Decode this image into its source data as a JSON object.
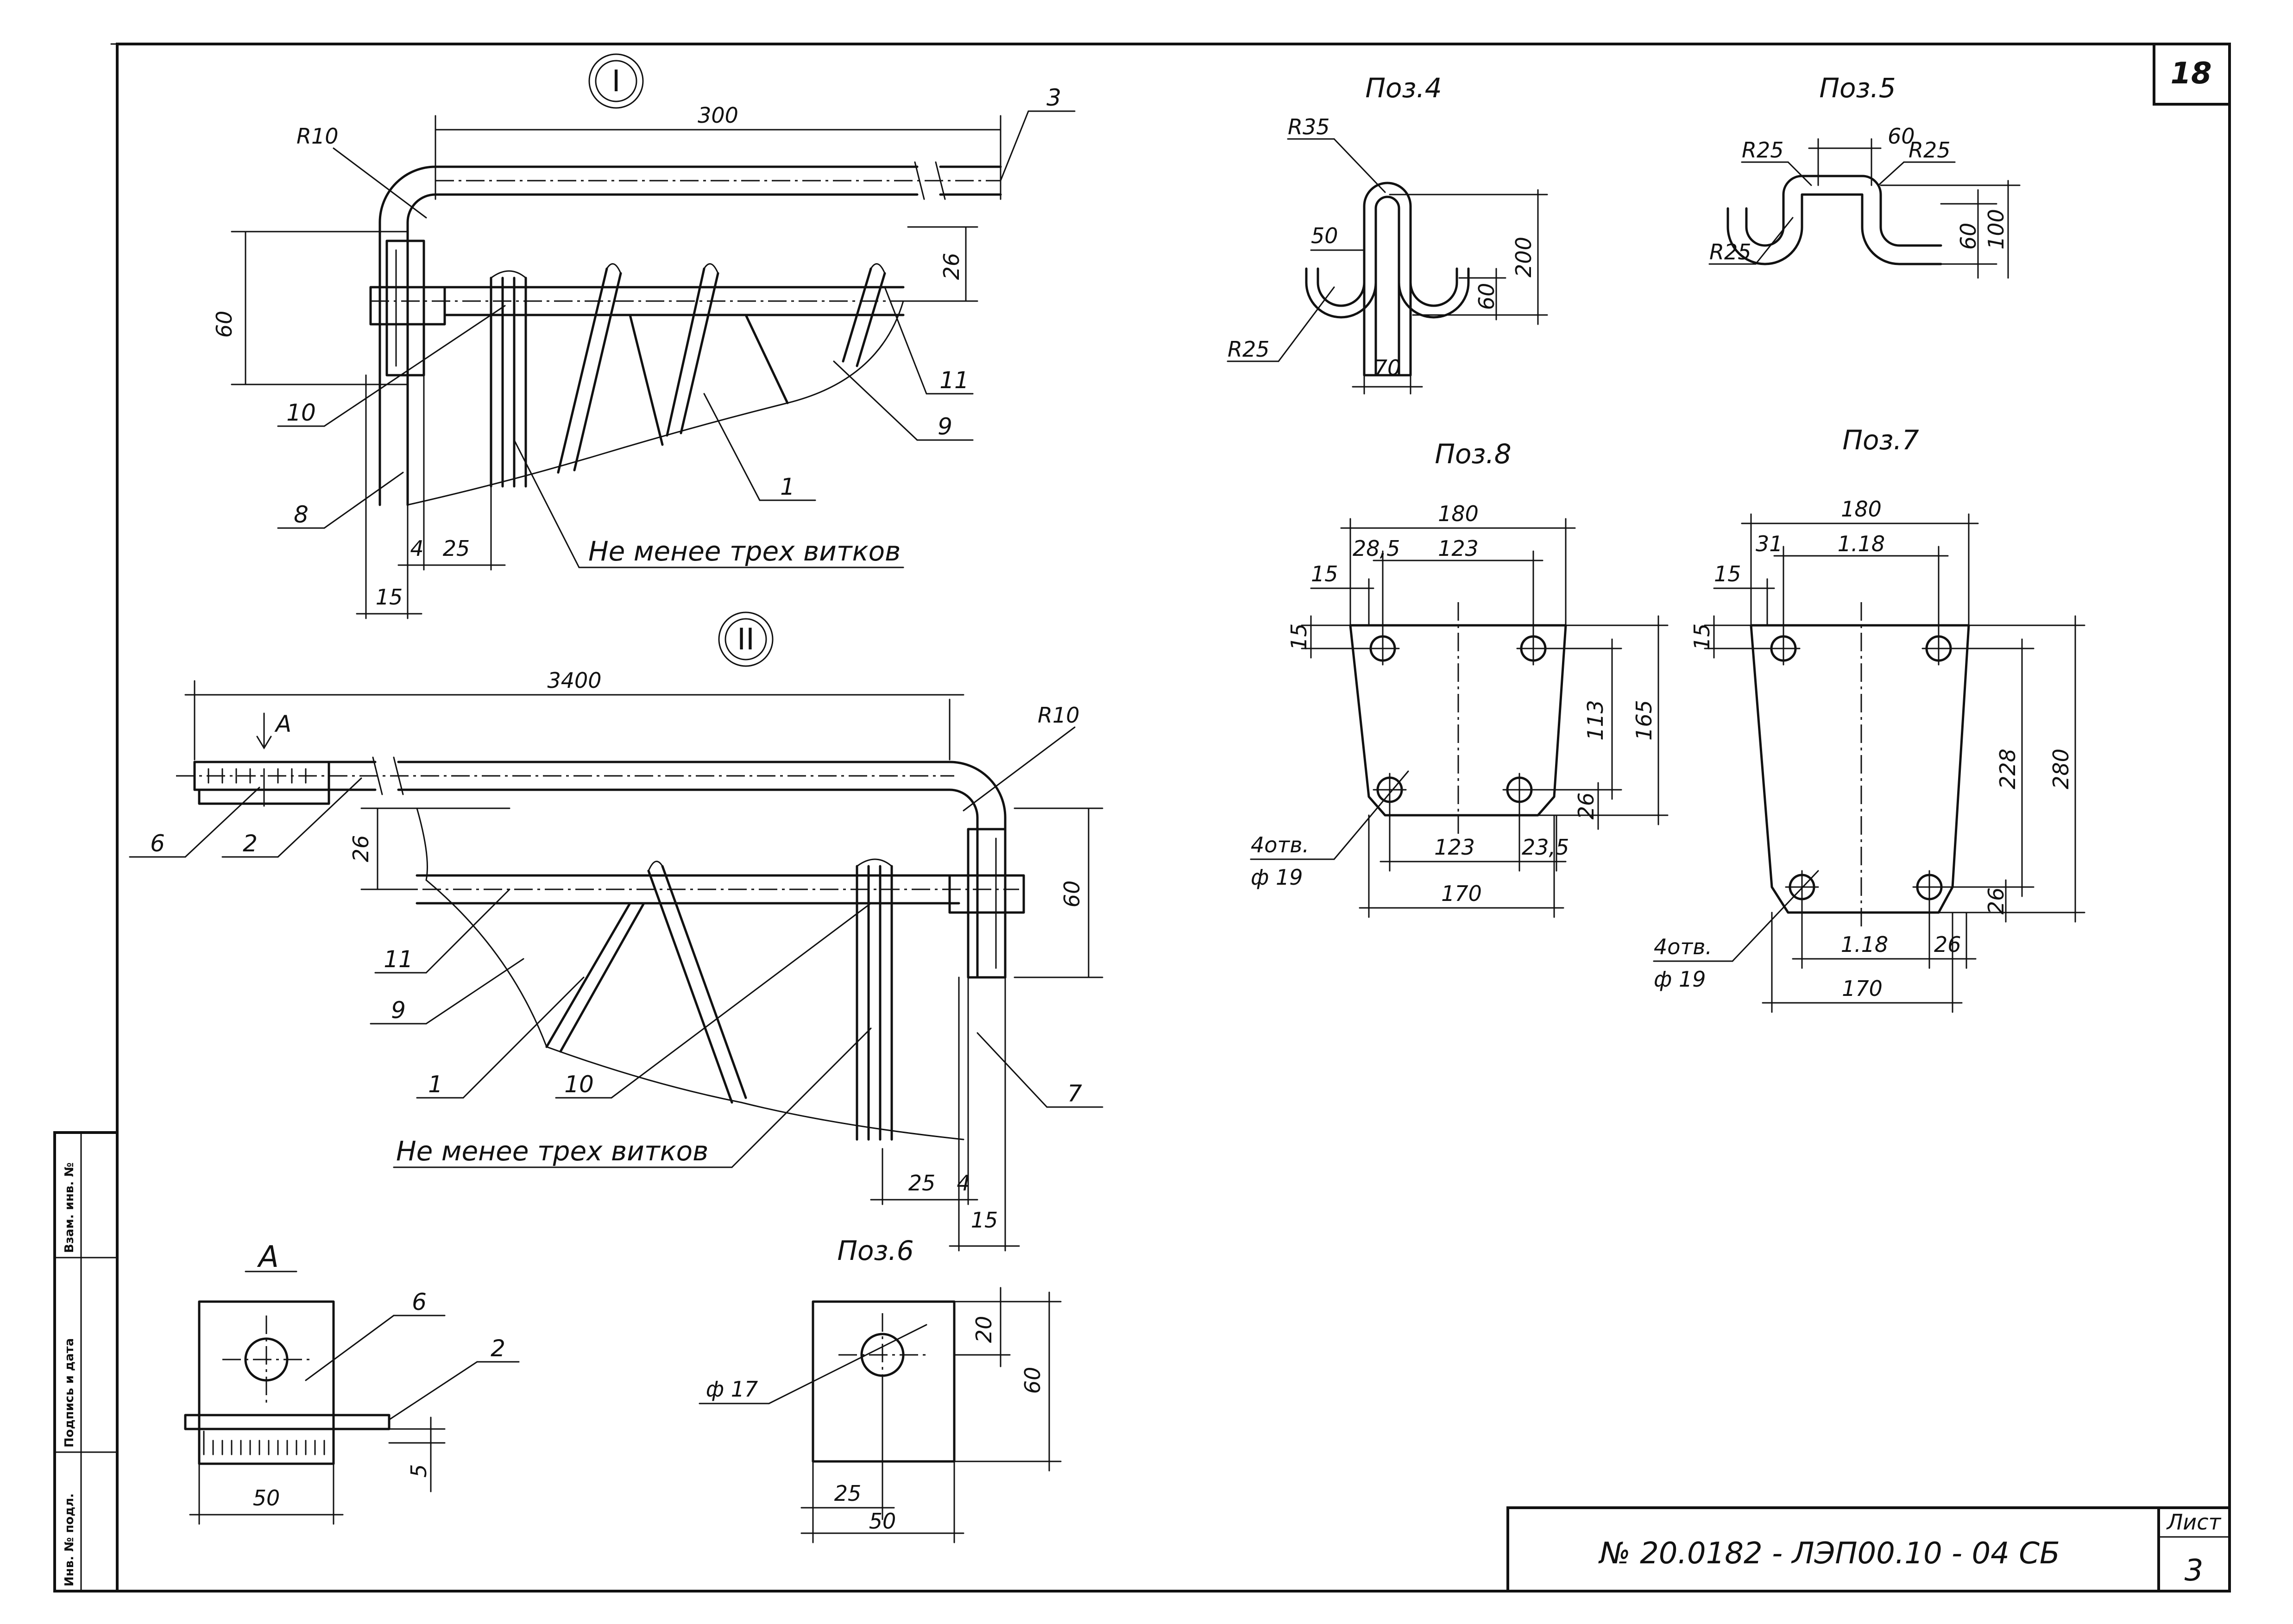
{
  "sheet_number": "18",
  "list": {
    "label": "Лист",
    "value": "3"
  },
  "doc_code": "№ 20.0182 - ЛЭП00.10 - 04 СБ",
  "side_stamp": [
    "Инв. № подл.",
    "Подпись и дата",
    "Взам. инв. №"
  ],
  "view1": {
    "roman": "I",
    "dims": {
      "length": "300",
      "radius": "R10",
      "height": "60",
      "offset": "26",
      "d25": "25",
      "d4": "4",
      "d15": "15"
    },
    "callouts": {
      "c3": "3",
      "c8": "8",
      "c10": "10",
      "c1": "1",
      "c9": "9",
      "c11": "11"
    },
    "note": "Не менее трех витков"
  },
  "view2": {
    "roman": "II",
    "dims": {
      "length": "3400",
      "radius": "R10",
      "height": "60",
      "offset": "26",
      "d25": "25",
      "d4": "4",
      "d15": "15"
    },
    "section_mark": "А",
    "callouts": {
      "c6": "6",
      "c2": "2",
      "c11": "11",
      "c9": "9",
      "c1": "1",
      "c10": "10",
      "c7": "7"
    },
    "note": "Не менее трех витков"
  },
  "viewA": {
    "title": "А",
    "dims": {
      "w": "50",
      "t": "5"
    },
    "callouts": {
      "c6": "6",
      "c2": "2"
    }
  },
  "poz6": {
    "title": "Поз.6",
    "dims": {
      "d20": "20",
      "d60": "60",
      "d25": "25",
      "d50": "50",
      "hole": "ф 17"
    }
  },
  "poz4": {
    "title": "Поз.4",
    "dims": {
      "r35": "R35",
      "d50": "50",
      "r25": "R25",
      "d200": "200",
      "d60": "60",
      "d70": "70"
    }
  },
  "poz5": {
    "title": "Поз.5",
    "dims": {
      "r25a": "R25",
      "d60": "60",
      "r25b": "R25",
      "r25c": "R25",
      "d60v": "60",
      "d100": "100"
    }
  },
  "poz8": {
    "title": "Поз.8",
    "dims": {
      "d180": "180",
      "d285": "28,5",
      "d123t": "123",
      "d15h": "15",
      "d15v": "15",
      "d113": "113",
      "d165": "165",
      "d26": "26",
      "d123b": "123",
      "d235": "23,5",
      "d170": "170",
      "holes": "4отв.",
      "hole_d": "ф 19"
    }
  },
  "poz7": {
    "title": "Поз.7",
    "dims": {
      "d180": "180",
      "d31": "31",
      "d118t": "1.18",
      "d15h": "15",
      "d15v": "15",
      "d228": "228",
      "d280": "280",
      "d26v": "26",
      "d118b": "1.18",
      "d26": "26",
      "d170": "170",
      "holes": "4отв.",
      "hole_d": "ф 19"
    }
  }
}
